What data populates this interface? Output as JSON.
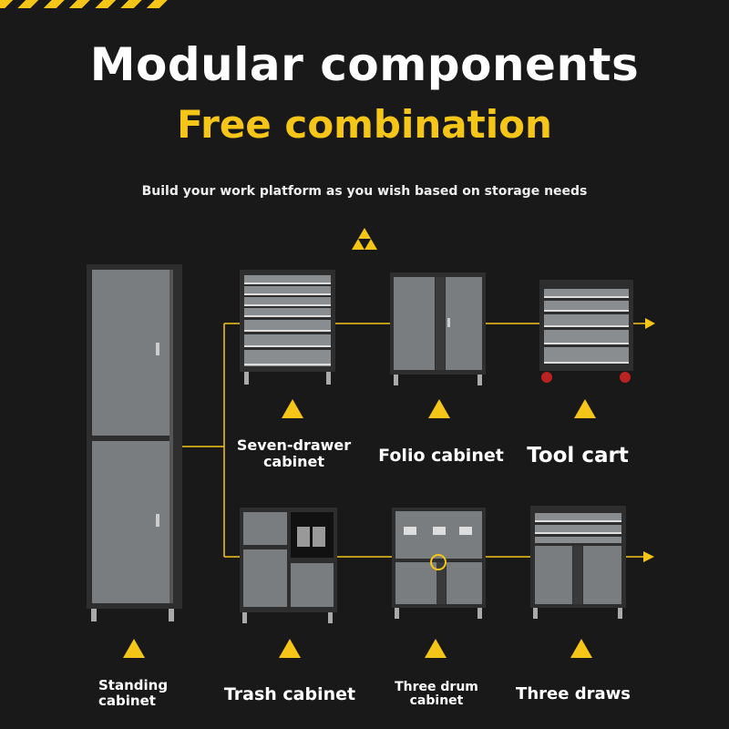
{
  "header": {
    "title": "Modular components",
    "subtitle": "Free combination",
    "tagline": "Build your work platform as you wish based on storage needs"
  },
  "colors": {
    "background": "#191919",
    "accent": "#f5c518",
    "cabinet_gray": "#7a7d80",
    "frame": "#2e2e2e"
  },
  "components": [
    {
      "label": "Standing cabinet"
    },
    {
      "label": "Seven-drawer cabinet"
    },
    {
      "label": "Folio cabinet"
    },
    {
      "label": "Tool cart"
    },
    {
      "label": "Trash cabinet"
    },
    {
      "label": "Three drum cabinet"
    },
    {
      "label": "Three draws"
    }
  ]
}
